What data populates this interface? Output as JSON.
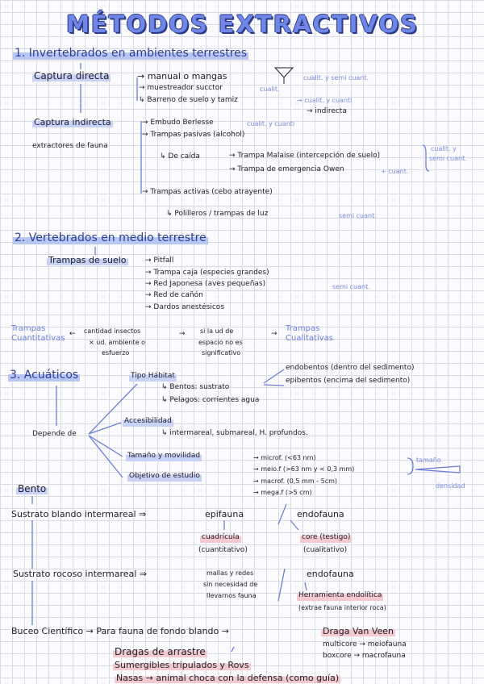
{
  "title": "MÉTODOS EXTRACTIVOS",
  "s1": {
    "heading": "1. Invertebrados en ambientes terrestres",
    "captura_directa": "Captura directa",
    "manual": "→ manual o mangas",
    "cualit_semicuant": "cualit. y semi cuant.",
    "muestreador": "→ muestreador succtor",
    "cualit": "cualit.",
    "barreno": "↳ Barreno de suelo y tamiz",
    "cualit_cuanti": "→ cualit. y cuanti",
    "indirecta": "→ indirecta",
    "captura_indirecta": "Captura indirecta",
    "embudo": "→ Embudo Berlesse",
    "embudo_note": "cualit. y cuanti",
    "extractores": "extractores de fauna",
    "trampas_pasivas": "→ Trampas pasivas (alcohol)",
    "de_caida": "↳ De caída",
    "malaise": "→ Trampa Malaise (intercepción de suelo)",
    "emergencia": "→ Trampa de emergencia Owen",
    "emergencia_note": "+ cuant.",
    "brace_note_1": "cualit. y",
    "brace_note_2": "semi cuant.",
    "trampas_activas": "→ Trampas activas (cebo atrayente)",
    "polilleros": "↳ Polilleros / trampas de luz",
    "polilleros_note": "semi cuant."
  },
  "s2": {
    "heading": "2. Vertebrados en medio terrestre",
    "trampas_suelo": "Trampas de suelo",
    "items": [
      "→ Pitfall",
      "→ Trampa caja (especies grandes)",
      "→ Red Japonesa (aves pequeñas)",
      "→ Red de cañón",
      "→ Dardos anestésicos"
    ],
    "semicuant": "semi cuant.",
    "trampas_cuant": "Trampas Cuantitativas",
    "arrow1": "←",
    "cantidad": [
      "cantidad insectos",
      "× ud. ambiente o",
      "esfuerzo"
    ],
    "arrow2": "→",
    "si_ud": [
      "si la ud de",
      "espacio no es",
      "significativo"
    ],
    "arrow3": "→",
    "trampas_cual": "Trampas Cualitativas"
  },
  "s3": {
    "heading": "3. Acuáticos",
    "depende": "Depende de",
    "tipo": "Tipo Hábitat",
    "bentos": "↳ Bentos: sustrato",
    "pelagos": "↳ Pelagos: corrientes agua",
    "endobentos": "endobentos (dentro del sedimento)",
    "epibentos": "epibentos (encima del sedimento)",
    "accesibilidad": "Accesibilidad",
    "acc_detail": "↳ intermareal, submareal, H. profundos.",
    "tamano": "Tamaño y movilidad",
    "objetivo": "Objetivo de estudio",
    "micro": "→ microf. (<63 nm)",
    "meio": "→ meio.f (>63 nm y < 0,3 mm)",
    "macro": "→ macrof. (0,5 mm - 5cm)",
    "mega": "→ mega.f (>5 cm)",
    "tamano_label": "tamaño",
    "densidad_label": "densidad"
  },
  "bento": {
    "heading": "Bento",
    "blando": "Sustrato blando intermareal ⇒",
    "epifauna": "epifauna",
    "endofauna": "endofauna",
    "cuadricula": "cuadrícula",
    "cuantitativo": "(cuantitativo)",
    "core": "core (testigo)",
    "cualitativo": "(cualitativo)",
    "rocoso": "Sustrato rocoso intermareal ⇒",
    "mallas": [
      "mallas y redes",
      "sin necesidad de",
      "llevarnos fauna"
    ],
    "endofauna2": "endofauna",
    "herramienta": "Herramienta endolítica",
    "herramienta_note": "(extrae fauna interior roca)",
    "buceo": "Buceo Científico → Para fauna de fondo blando →",
    "draga": "Draga Van Veen",
    "multicore": "multicore → meiofauna",
    "boxcore": "boxcore → macrofauna",
    "dragas_arrastre": "Dragas de arrastre",
    "sumergibles": "Sumergibles tripulados y Rovs",
    "nasas": "Nasas → animal choca con la defensa (como guía)"
  }
}
